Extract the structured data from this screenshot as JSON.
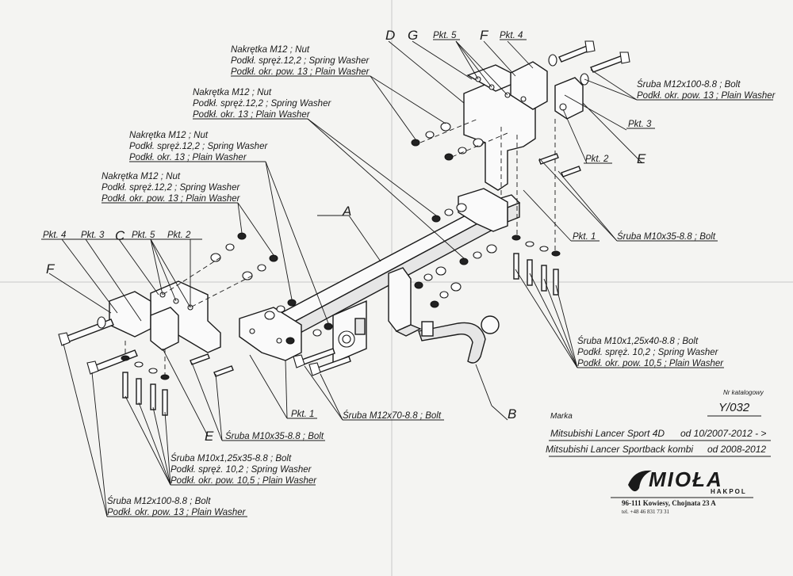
{
  "callouts": {
    "nut_group_1": [
      "Nakrętka  M12 ; Nut",
      "Podkł. spręż.12,2 ; Spring Washer",
      "Podkł. okr. pow. 13 ; Plain Washer"
    ],
    "nut_group_2": [
      "Nakrętka  M12 ; Nut",
      "Podkł. spręż.12,2 ; Spring Washer",
      "Podkł. okr. 13 ; Plain Washer"
    ],
    "nut_group_3": [
      "Nakrętka  M12 ; Nut",
      "Podkł. spręż.12,2 ; Spring Washer",
      "Podkł. okr. 13 ; Plain Washer"
    ],
    "nut_group_4": [
      "Nakrętka  M12 ; Nut",
      "Podkł. spręż.12,2 ; Spring Washer",
      "Podkł. okr. pow. 13 ; Plain Washer"
    ],
    "bolt_m12x100_right": [
      "Śruba M12x100-8.8 ; Bolt",
      "Podkł. okr. pow. 13 ; Plain Washer"
    ],
    "bolt_m10x35_right": "Śruba M10x35-8.8 ; Bolt",
    "bolt_m10x125x40": [
      "Śruba M10x1,25x40-8.8 ; Bolt",
      "Podkł. spręż. 10,2 ; Spring Washer",
      "Podkł. okr. pow. 10,5 ; Plain Washer"
    ],
    "bolt_m12x70": "Śruba M12x70-8.8 ; Bolt",
    "bolt_m10x35_left": "Śruba M10x35-8.8 ; Bolt",
    "bolt_m10x125x35": [
      "Śruba M10x1,25x35-8.8 ; Bolt",
      "Podkł. spręż. 10,2 ; Spring Washer",
      "Podkł. okr. pow. 10,5 ; Plain Washer"
    ],
    "bolt_m12x100_left": [
      "Śruba M12x100-8.8 ; Bolt",
      "Podkł. okr. pow. 13 ; Plain Washer"
    ]
  },
  "letters": {
    "top": [
      "D",
      "G",
      "F"
    ],
    "left": [
      "C",
      "F"
    ],
    "main": "A",
    "ball": "B",
    "e_right": "E",
    "e_left": "E"
  },
  "points": {
    "top_pkt5": "Pkt. 5",
    "top_pkt4": "Pkt. 4",
    "right_pkt3": "Pkt. 3",
    "right_pkt2": "Pkt. 2",
    "right_pkt1": "Pkt. 1",
    "left_row": [
      "Pkt. 4",
      "Pkt. 3",
      "Pkt. 5",
      "Pkt. 2"
    ],
    "bottom_pkt1": "Pkt. 1"
  },
  "info": {
    "catalog_label": "Nr katalogowy",
    "catalog_number": "Y/032",
    "brand_label": "Marka",
    "vehicles": [
      {
        "name": "Mitsubishi Lancer Sport 4D",
        "years": "od 10/2007-2012 - >"
      },
      {
        "name": "Mitsubishi Lancer Sportback kombi",
        "years": "od 2008-2012"
      }
    ]
  },
  "maker": {
    "logo": "MIOŁA",
    "sub": "HAKPOL",
    "address": "96-111 Kowiesy, Chojnata 23 A",
    "phone": "tel. +48 46 831 73 31"
  }
}
